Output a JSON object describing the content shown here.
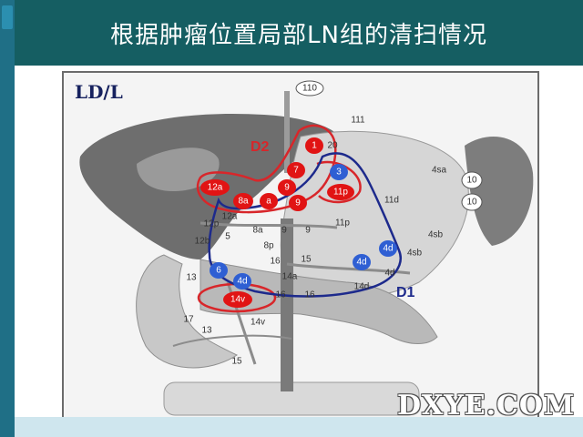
{
  "slide": {
    "title": "根据肿瘤位置局部LN组的清扫情况",
    "watermark": "DXYE.COM"
  },
  "figure": {
    "corner_label": "LD/L",
    "d2_label": "D2",
    "d1_label": "D1",
    "colors": {
      "d2_outline": "#d8262a",
      "d1_outline": "#1d2a8c",
      "red_node": "#e11414",
      "blue_node": "#2f5fd3",
      "plain_node": "#ffffff"
    },
    "plain_nodes": {
      "n110": "110",
      "n111": "111",
      "n20": "20",
      "n4sa": "4sa",
      "n10a": "10",
      "n10b": "10",
      "n11d": "11d",
      "n12p": "12p",
      "n5": "5",
      "n8a": "8a",
      "n9a": "9",
      "n9b": "9",
      "n11p": "11p",
      "n12b": "12b",
      "n8p": "8p",
      "n4sb": "4sb",
      "n4sb2": "4sb",
      "n16a": "16",
      "n15": "15",
      "n13a": "13",
      "n14a": "14a",
      "n4d2": "4d",
      "n14d": "14d",
      "n17": "17",
      "n13b": "13",
      "n16b": "16",
      "n16c": "16",
      "n14v2": "14v",
      "n15b": "15",
      "n12a2": "12a"
    },
    "red_nodes": {
      "r1": "1",
      "r7": "7",
      "r9a": "9",
      "r11p": "11p",
      "r12a": "12a",
      "r8a": "8a",
      "r8a2": "a",
      "r9b": "9",
      "r14v": "14v"
    },
    "blue_nodes": {
      "b3": "3",
      "b4d": "4d",
      "b4d2": "4d",
      "b6": "6",
      "b4d3": "4d"
    }
  }
}
